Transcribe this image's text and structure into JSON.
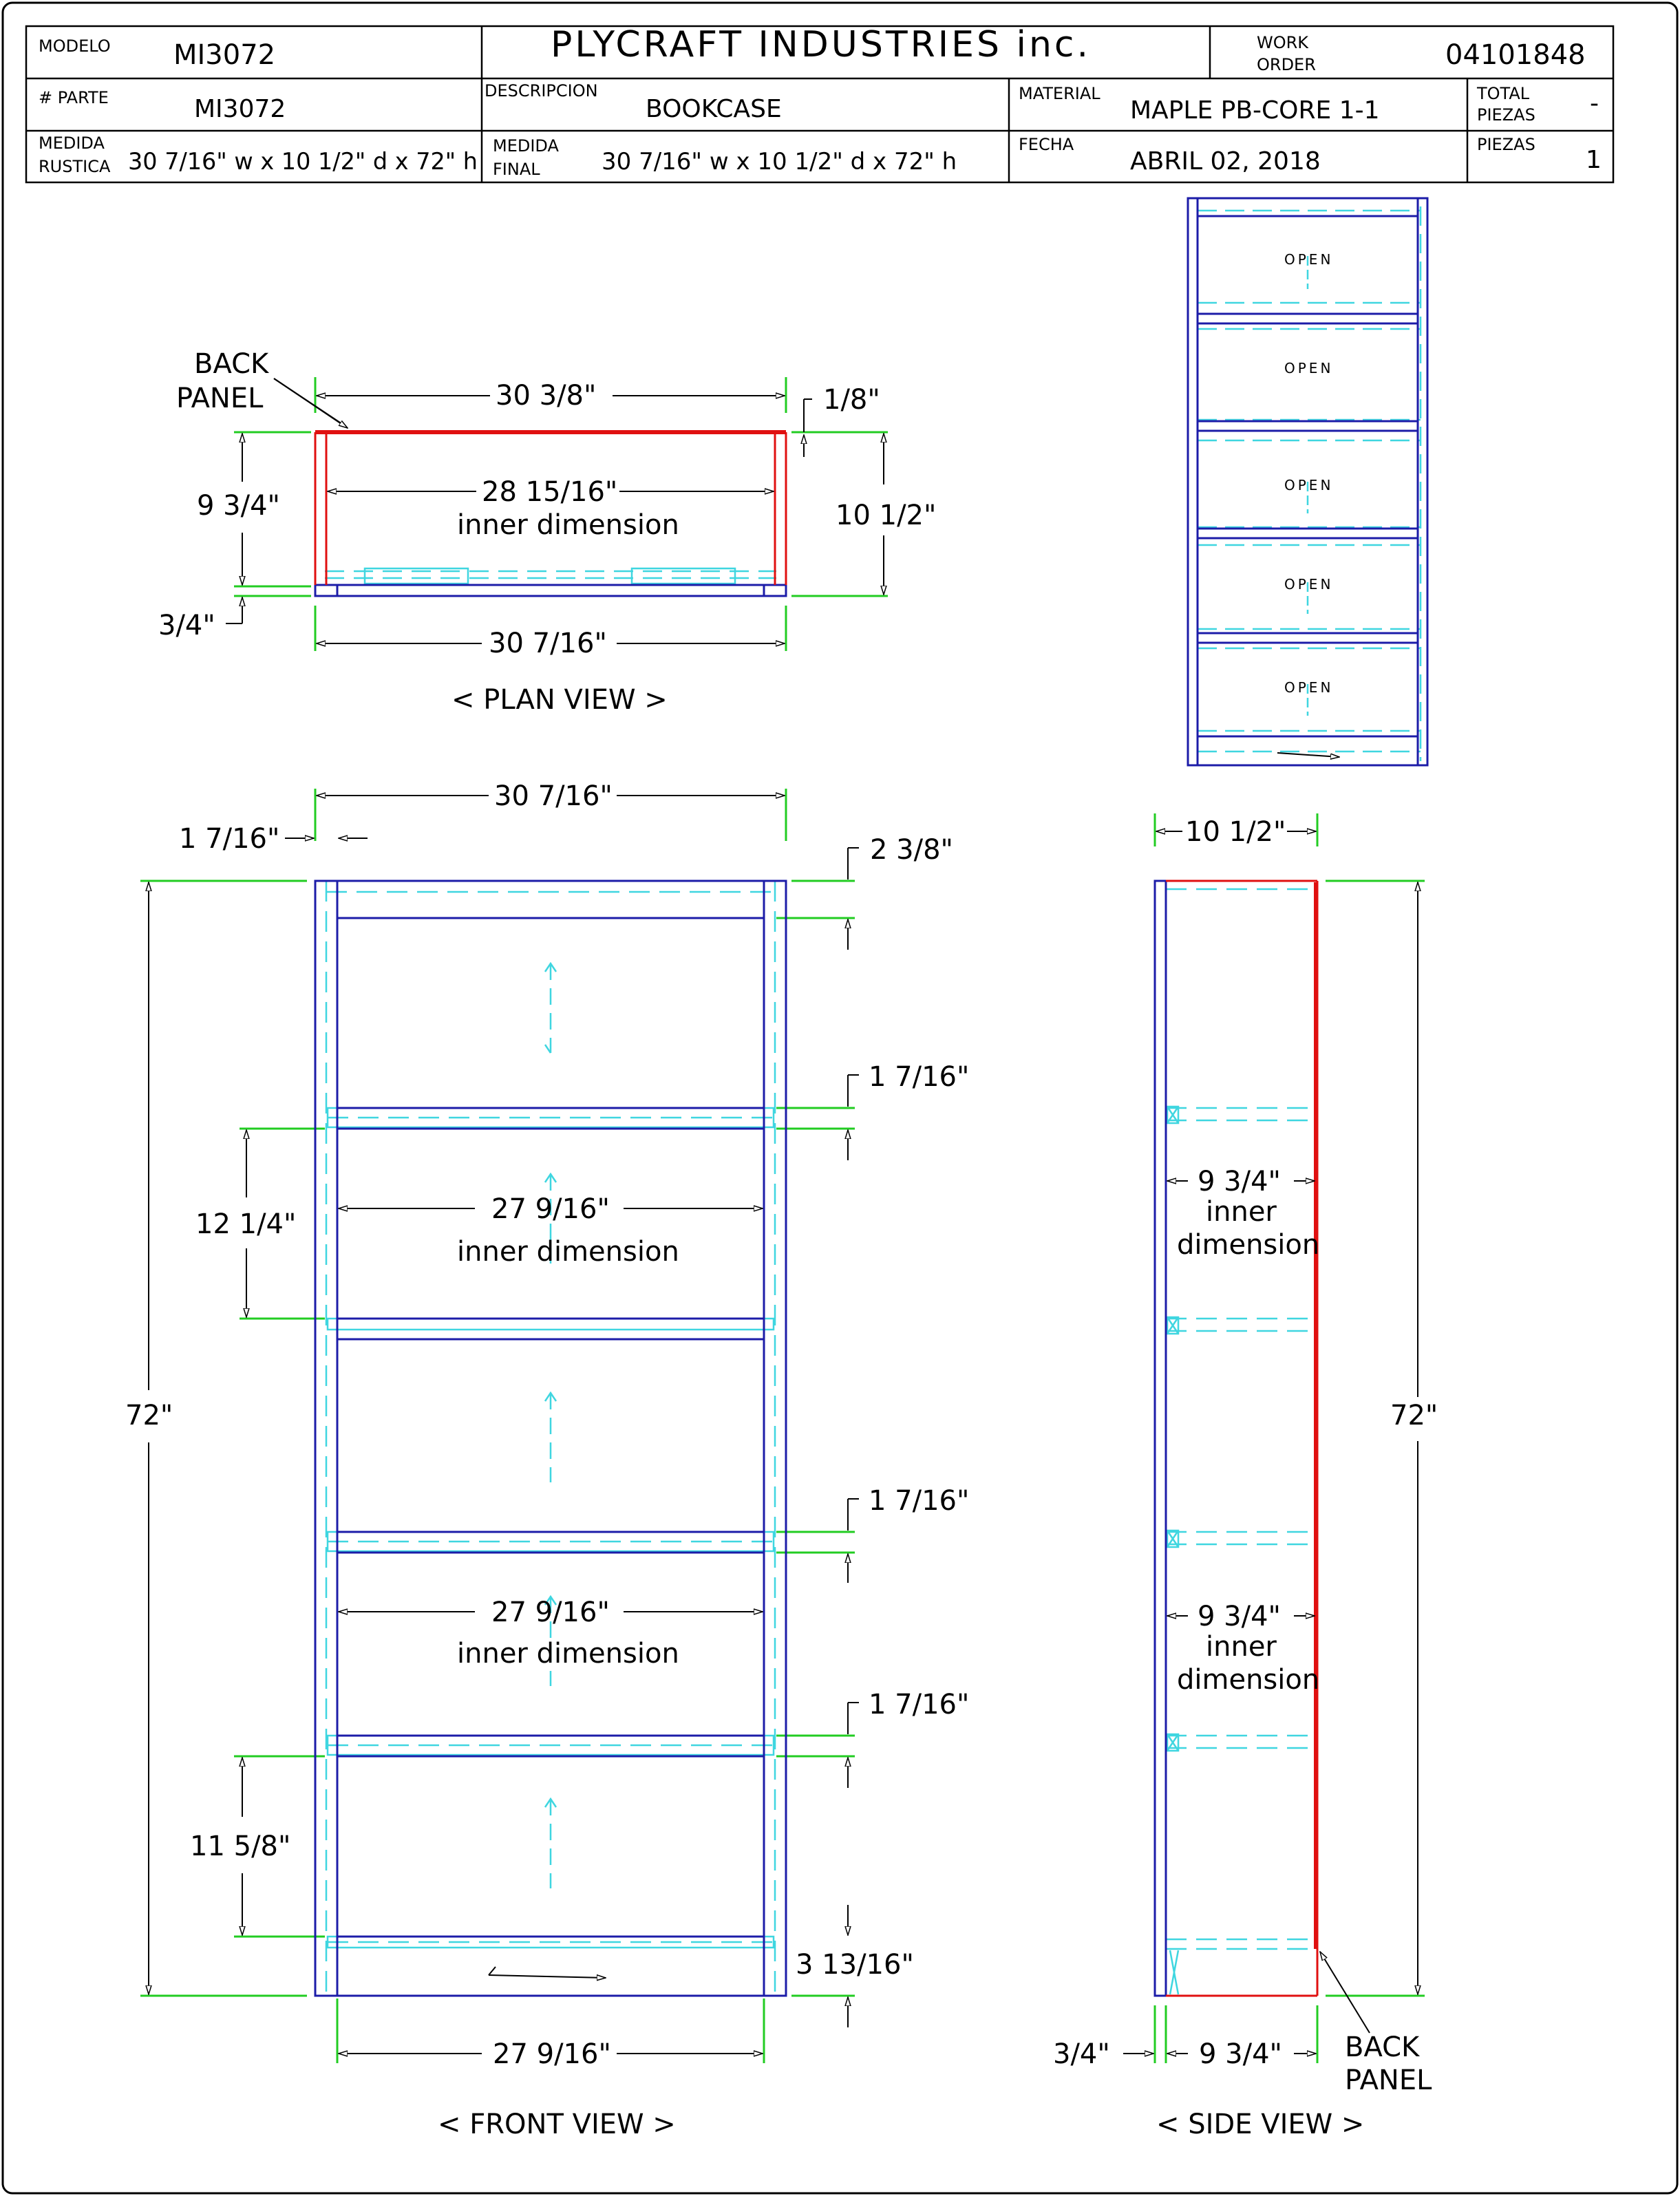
{
  "title_block": {
    "company": "PLYCRAFT  INDUSTRIES  inc.",
    "modelo_label": "MODELO",
    "modelo_value": "MI3072",
    "work_order_label_1": "WORK",
    "work_order_label_2": "ORDER",
    "work_order_value": "04101848",
    "parte_label": "# PARTE",
    "parte_value": "MI3072",
    "descripcion_label": "DESCRIPCION",
    "descripcion_value": "BOOKCASE",
    "material_label": "MATERIAL",
    "material_value": "MAPLE  PB-CORE 1-1",
    "total_label_1": "TOTAL",
    "total_label_2": "PIEZAS",
    "total_value": "-",
    "rustica_label_1": "MEDIDA",
    "rustica_label_2": "RUSTICA",
    "rustica_value": "30 7/16\" w x  10 1/2\" d x 72\" h",
    "final_label_1": "MEDIDA",
    "final_label_2": "FINAL",
    "final_value": "30 7/16\" w x  10 1/2\" d x 72\" h",
    "fecha_label": "FECHA",
    "fecha_value": "ABRIL 02, 2018",
    "piezas_label": "PIEZAS",
    "piezas_value": "1"
  },
  "plan_view": {
    "caption": "< PLAN VIEW >",
    "back_panel_1": "BACK",
    "back_panel_2": "PANEL",
    "dim_top": "30 3/8\"",
    "dim_back": "1/8\"",
    "dim_left": "9 3/4\"",
    "dim_inner": "28 15/16\"",
    "dim_inner_note": "inner dimension",
    "dim_right": "10 1/2\"",
    "dim_front": "3/4\"",
    "dim_bottom": "30 7/16\""
  },
  "front_view": {
    "caption": "< FRONT VIEW >",
    "dim_width": "30 7/16\"",
    "dim_side": "1 7/16\"",
    "dim_top_rail": "2 3/8\"",
    "dim_shelf_1": "1 7/16\"",
    "dim_shelf_2": "1 7/16\"",
    "dim_shelf_3": "1 7/16\"",
    "dim_opening_upper": "12 1/4\"",
    "dim_opening_lower": "11 5/8\"",
    "dim_height": "72\"",
    "dim_inner_1": "27 9/16\"",
    "dim_inner_1_note": "inner dimension",
    "dim_inner_2": "27 9/16\"",
    "dim_inner_2_note": "inner dimension",
    "dim_base": "3 13/16\"",
    "dim_bottom": "27 9/16\""
  },
  "side_view": {
    "caption": "< SIDE VIEW >",
    "dim_depth": "10 1/2\"",
    "dim_height": "72\"",
    "dim_inner_1": "9 3/4\"",
    "dim_inner_1_note_1": "inner",
    "dim_inner_1_note_2": "dimension",
    "dim_inner_2": "9 3/4\"",
    "dim_inner_2_note_1": "inner",
    "dim_inner_2_note_2": "dimension",
    "dim_front": "3/4\"",
    "dim_bottom": "9 3/4\"",
    "back_panel_1": "BACK",
    "back_panel_2": "PANEL"
  },
  "iso_view": {
    "open_labels": [
      "OPEN",
      "OPEN",
      "OPEN",
      "OPEN",
      "OPEN"
    ]
  },
  "colors": {
    "panel": "#1c1ca8",
    "hidden": "#3fd6e0",
    "back_panel": "#e01010",
    "dimension": "#22cc22",
    "text": "#000000"
  }
}
